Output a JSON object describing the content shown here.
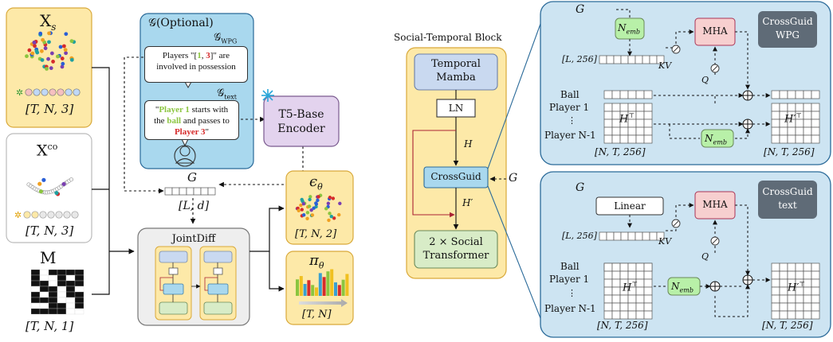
{
  "inputs": {
    "xs": {
      "symbol": "X",
      "sub": "s",
      "shape": "[T, N, 3]"
    },
    "xco": {
      "symbol": "X",
      "sup": "co",
      "shape": "[T, N, 3]"
    },
    "mask": {
      "symbol": "M",
      "shape": "[T, N, 1]"
    }
  },
  "guidance": {
    "title": "𝒢(Optional)",
    "wpg_label": "𝒢",
    "wpg_sub": "WPG",
    "wpg_text_a": "Players \"[",
    "wpg_text_n1": "1",
    "wpg_text_comma": ", ",
    "wpg_text_n2": "3",
    "wpg_text_b": "]\" are",
    "wpg_text_c": "involved in possession",
    "text_label": "𝒢",
    "text_sub": "text",
    "txt_q1": "\"",
    "txt_p1": "Player 1",
    "txt_a": " starts with",
    "txt_b1": "the ",
    "txt_ball": "ball",
    "txt_b2": " and passes to",
    "txt_p3": "Player 3",
    "txt_q2": "\""
  },
  "encoder": {
    "line1": "T5-Base",
    "line2": "Encoder"
  },
  "embed": {
    "symbol": "G",
    "shape": "[L, d]"
  },
  "jointdiff": {
    "title": "JointDiff"
  },
  "outputs": {
    "eps": {
      "symbol": "ϵ",
      "sub": "θ",
      "shape": "[T, N, 2]"
    },
    "pi": {
      "symbol": "π",
      "sub": "θ",
      "shape": "[T, N]"
    }
  },
  "block": {
    "title": "Social-Temporal Block",
    "temporal_l1": "Temporal",
    "temporal_l2": "Mamba",
    "ln": "LN",
    "h": "H",
    "crossguid": "CrossGuid",
    "hprime": "H′",
    "g": "G",
    "social_l1": "2 × Social",
    "social_l2": "Transformer"
  },
  "wpg_panel": {
    "badge_l1": "CrossGuid",
    "badge_l2": "WPG",
    "g": "G",
    "nemb": "N",
    "nemb_sub": "emb",
    "mha": "MHA",
    "l256": "[L, 256]",
    "kv": "KV",
    "q": "Q",
    "ball": "Ball",
    "player1": "Player 1",
    "dots": "⋮",
    "playerN": "Player N-1",
    "ht": "H",
    "ht_sup": "⊤",
    "htp": "H′",
    "htp_sup": "⊤",
    "shape_in": "[N, T, 256]",
    "shape_out": "[N, T, 256]",
    "nemb2": "N",
    "nemb2_sub": "emb"
  },
  "text_panel": {
    "badge_l1": "CrossGuid",
    "badge_l2": "text",
    "g": "G",
    "linear": "Linear",
    "mha": "MHA",
    "l256": "[L, 256]",
    "kv": "KV",
    "q": "Q",
    "ball": "Ball",
    "player1": "Player 1",
    "dots": "⋮",
    "playerN": "Player N-1",
    "ht": "H",
    "ht_sup": "⊤",
    "htp": "H′",
    "htp_sup": "⊤",
    "nemb": "N",
    "nemb_sub": "emb",
    "shape_in": "[N, T, 256]",
    "shape_out": "[N, T, 256]"
  },
  "colors": {
    "yellow_fill": "#fde9a8",
    "yellow_stroke": "#d9a93a",
    "blue_panel": "#cde4f2",
    "blue_stroke": "#2a6a99",
    "cyan_fill": "#a9d8ee",
    "purple_fill": "#e3d3ee",
    "green_fill": "#d8ecc7",
    "green_emb": "#b8f0a8",
    "red_mha": "#f7cfcf",
    "badge_fill": "#5f6b77",
    "player_green": "#8bc53f",
    "player_red": "#d62b2b"
  }
}
